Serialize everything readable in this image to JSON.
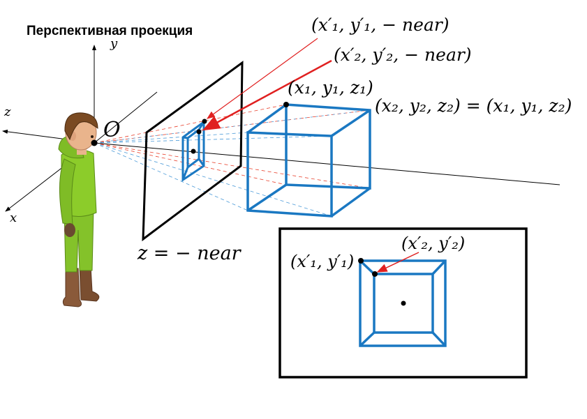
{
  "title": "Перспективная проекция",
  "axes": {
    "x": "x",
    "y": "y",
    "z": "z",
    "origin": "O"
  },
  "labels": {
    "p1_near": "(x′₁, y′₁, − near)",
    "p2_near": "(x′₂, y′₂, − near)",
    "p1": "(x₁, y₁, z₁)",
    "p2_eq": "(x₂, y₂, z₂) = (x₁, y₁, z₂)",
    "near_plane": "z = − near",
    "screen_p1": "(x′₁, y′₁)",
    "screen_p2": "(x′₂, y′₂)"
  },
  "colors": {
    "cube": "#1a78c2",
    "red_arrow": "#e02020",
    "red_dash": "#e8402c",
    "blue_dash": "#4a9ad8",
    "frame": "#000000",
    "skin": "#e9b48c",
    "jacket": "#8ccc2a",
    "hair": "#7a4a22",
    "boots": "#8a5a3a"
  },
  "icons": {
    "observer": "character-figure"
  }
}
